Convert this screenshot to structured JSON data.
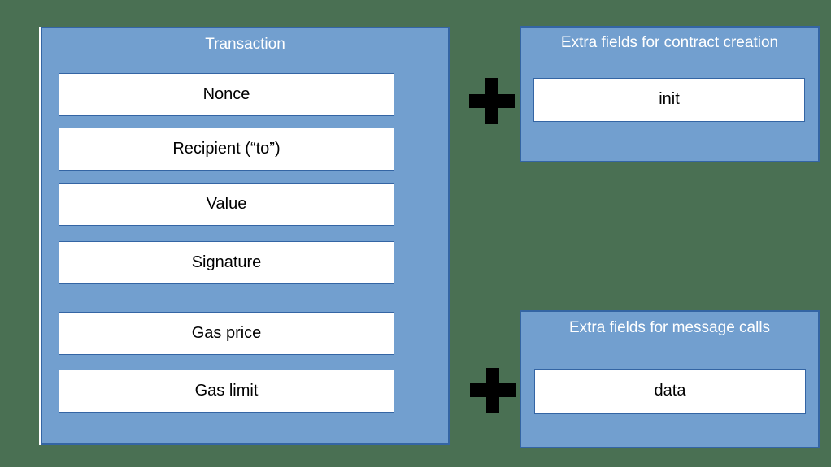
{
  "colors": {
    "background": "#4a7053",
    "panel_fill": "#729fcf",
    "panel_border": "#3465a4",
    "field_fill": "#ffffff",
    "field_border": "#3465a4",
    "panel_title_text": "#ffffff",
    "field_text": "#000000",
    "plus_symbol_color": "#000000"
  },
  "transaction": {
    "title": "Transaction",
    "fields": [
      "Nonce",
      "Recipient (“to”)",
      "Value",
      "Signature",
      "Gas price",
      "Gas limit"
    ]
  },
  "contract": {
    "title": "Extra fields for contract creation",
    "field": "init"
  },
  "message": {
    "title": "Extra fields for message calls",
    "field": "data"
  },
  "icons": {
    "plus": "+"
  }
}
